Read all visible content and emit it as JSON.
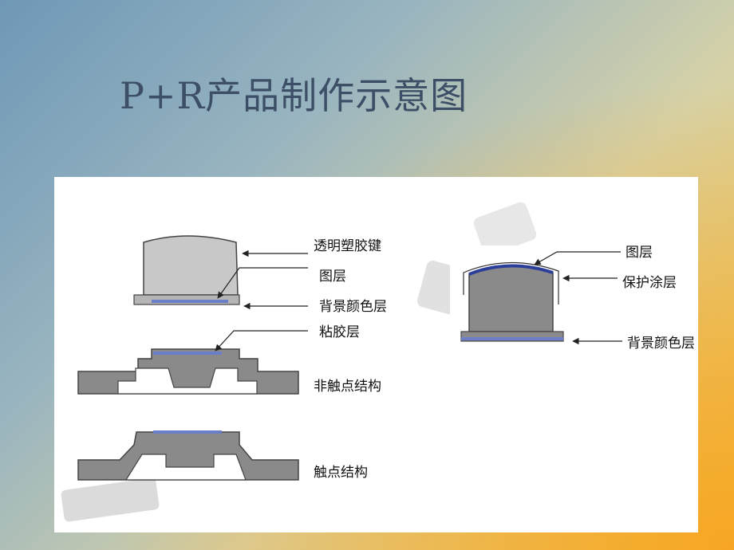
{
  "slide": {
    "title": "P+R产品制作示意图"
  },
  "left_diagram": {
    "labels": [
      "透明塑胶键",
      "图层",
      "背景颜色层",
      "粘胶层",
      "非触点结构",
      "触点结构"
    ]
  },
  "right_diagram": {
    "labels": [
      "图层",
      "保护涂层",
      "背景颜色层"
    ]
  },
  "colors": {
    "body_gray": "#8a8a8a",
    "key_light_gray": "#c9c9c9",
    "layer_blue": "#6a7fc8",
    "outline": "#333333"
  }
}
